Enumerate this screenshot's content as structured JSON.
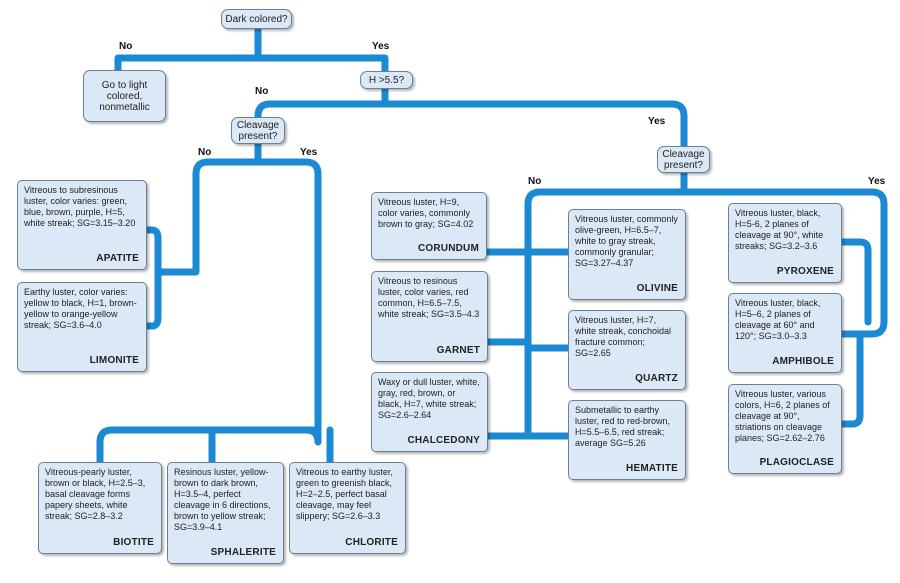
{
  "questions": {
    "dark": "Dark colored?",
    "light": "Go to light colored, nonmetallic",
    "hardness": "H >5.5?",
    "cleavage_left": "Cleavage present?",
    "cleavage_right": "Cleavage present?"
  },
  "labels": {
    "dark_no": "No",
    "dark_yes": "Yes",
    "hardness_no": "No",
    "hardness_yes": "Yes",
    "cl_left_no": "No",
    "cl_left_yes": "Yes",
    "cl_right_no": "No",
    "cl_right_yes": "Yes"
  },
  "minerals": {
    "apatite": {
      "desc": "Vitreous to subresinous luster, color varies: green, blue, brown, purple, H=5, white streak; SG=3.15–3.20",
      "name": "APATITE"
    },
    "limonite": {
      "desc": "Earthy luster, color varies: yellow to black, H=1, brown-yellow to orange-yellow streak; SG=3.6–4.0",
      "name": "LIMONITE"
    },
    "biotite": {
      "desc": "Vitreous-pearly luster, brown or black, H=2.5–3, basal cleavage forms papery sheets, white streak; SG=2.8–3.2",
      "name": "BIOTITE"
    },
    "sphalerite": {
      "desc": "Resinous luster, yellow-brown to dark brown, H=3.5–4, perfect cleavage in 6 directions, brown to yellow streak; SG=3.9–4.1",
      "name": "SPHALERITE"
    },
    "chlorite": {
      "desc": "Vitreous to earthy luster, green to greenish black, H=2–2.5, perfect basal cleavage, may feel slippery; SG=2.6–3.3",
      "name": "CHLORITE"
    },
    "corundum": {
      "desc": "Vitreous luster, H=9, color varies, commonly brown to gray; SG=4.02",
      "name": "CORUNDUM"
    },
    "garnet": {
      "desc": "Vitreous to resinous luster, color varies, red common, H=6.5–7.5, white streak; SG=3.5–4.3",
      "name": "GARNET"
    },
    "chalcedony": {
      "desc": "Waxy or dull luster, white, gray, red, brown, or black, H=7, white streak; SG=2.6–2.64",
      "name": "CHALCEDONY"
    },
    "olivine": {
      "desc": "Vitreous luster, commonly olive-green, H=6.5–7, white to gray streak, commonly granular; SG=3.27–4.37",
      "name": "OLIVINE"
    },
    "quartz": {
      "desc": "Vitreous luster, H=7, white streak, conchoidal fracture common; SG=2.65",
      "name": "QUARTZ"
    },
    "hematite": {
      "desc": "Submetallic to earthy luster, red to red-brown, H=5.5–6.5, red streak; average SG=5.26",
      "name": "HEMATITE"
    },
    "pyroxene": {
      "desc": "Vitreous luster, black, H=5-6, 2 planes of cleavage at 90°, white streaks; SG=3.2–3.6",
      "name": "PYROXENE"
    },
    "amphibole": {
      "desc": "Vitreous luster, black, H=5–6, 2 planes of cleavage at 60° and 120°; SG=3.0–3.3",
      "name": "AMPHIBOLE"
    },
    "plagioclase": {
      "desc": "Vitreous luster, various colors, H=6, 2 planes of cleavage at 90°, striations on cleavage planes; SG=2.62–2.76",
      "name": "PLAGIOCLASE"
    }
  },
  "colors": {
    "connector": "#1b8ad3",
    "box_fill": "#dbe8f5",
    "box_border": "#6b7f95"
  }
}
